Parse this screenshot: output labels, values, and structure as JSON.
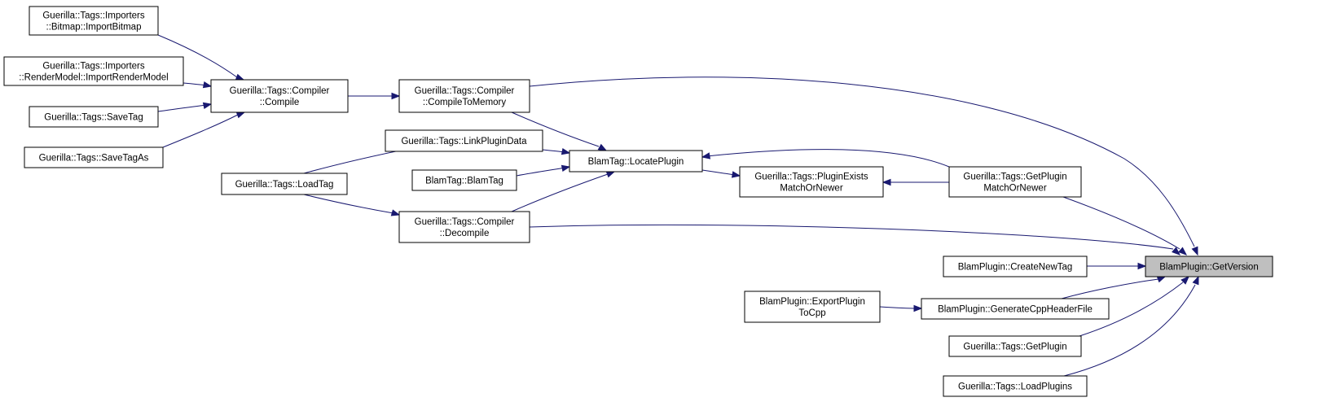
{
  "graph": {
    "nodes": [
      {
        "id": "getversion",
        "lines": [
          "BlamPlugin::GetVersion"
        ],
        "highlight": true
      },
      {
        "id": "importbitmap",
        "lines": [
          "Guerilla::Tags::Importers",
          "::Bitmap::ImportBitmap"
        ]
      },
      {
        "id": "importrender",
        "lines": [
          "Guerilla::Tags::Importers",
          "::RenderModel::ImportRenderModel"
        ]
      },
      {
        "id": "savetag",
        "lines": [
          "Guerilla::Tags::SaveTag"
        ]
      },
      {
        "id": "savetagas",
        "lines": [
          "Guerilla::Tags::SaveTagAs"
        ]
      },
      {
        "id": "compile",
        "lines": [
          "Guerilla::Tags::Compiler",
          "::Compile"
        ]
      },
      {
        "id": "compiletomem",
        "lines": [
          "Guerilla::Tags::Compiler",
          "::CompileToMemory"
        ]
      },
      {
        "id": "linkplugin",
        "lines": [
          "Guerilla::Tags::LinkPluginData"
        ]
      },
      {
        "id": "blamtagctor",
        "lines": [
          "BlamTag::BlamTag"
        ]
      },
      {
        "id": "loadtag",
        "lines": [
          "Guerilla::Tags::LoadTag"
        ]
      },
      {
        "id": "decompile",
        "lines": [
          "Guerilla::Tags::Compiler",
          "::Decompile"
        ]
      },
      {
        "id": "locateplugin",
        "lines": [
          "BlamTag::LocatePlugin"
        ]
      },
      {
        "id": "pluginexists",
        "lines": [
          "Guerilla::Tags::PluginExists",
          "MatchOrNewer"
        ]
      },
      {
        "id": "getpluginmatch",
        "lines": [
          "Guerilla::Tags::GetPlugin",
          "MatchOrNewer"
        ]
      },
      {
        "id": "createnewtag",
        "lines": [
          "BlamPlugin::CreateNewTag"
        ]
      },
      {
        "id": "exportplugin",
        "lines": [
          "BlamPlugin::ExportPlugin",
          "ToCpp"
        ]
      },
      {
        "id": "generatecpp",
        "lines": [
          "BlamPlugin::GenerateCppHeaderFile"
        ]
      },
      {
        "id": "getplugin",
        "lines": [
          "Guerilla::Tags::GetPlugin"
        ]
      },
      {
        "id": "loadplugins",
        "lines": [
          "Guerilla::Tags::LoadPlugins"
        ]
      }
    ]
  }
}
